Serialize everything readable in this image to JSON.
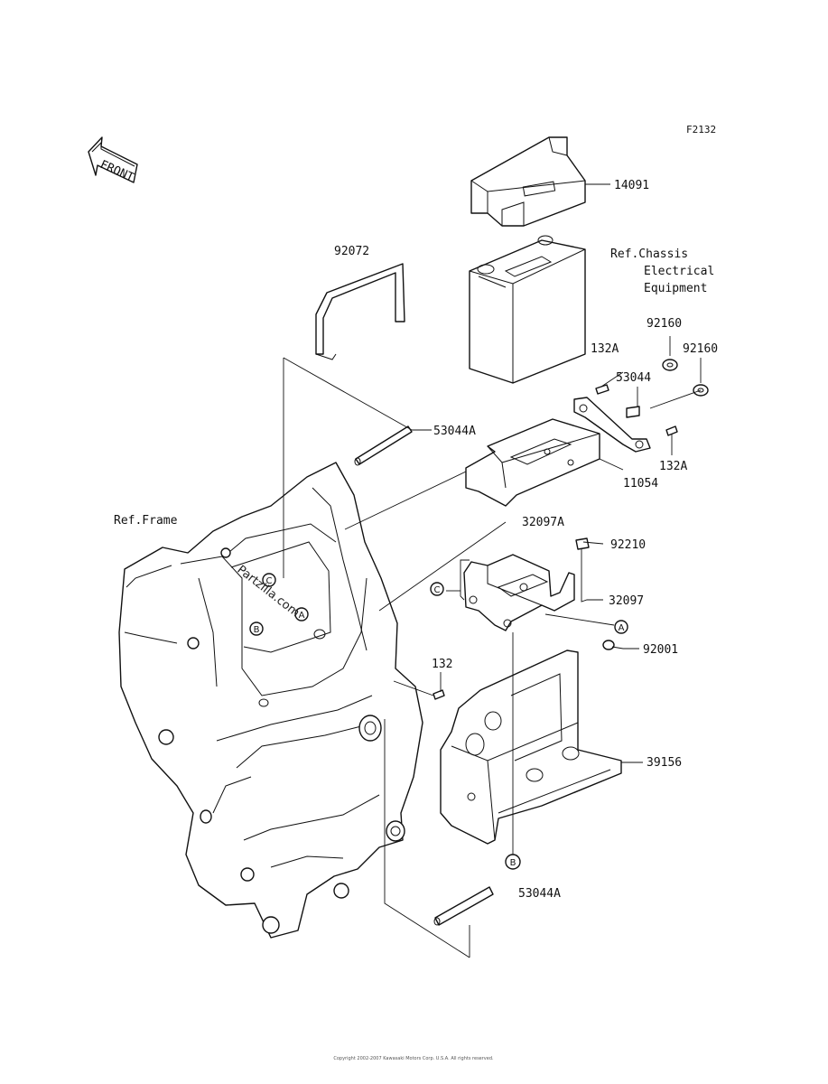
{
  "figure_code": "F2132",
  "front_label": "FRONT",
  "refs": {
    "chassis_line1": "Ref.Chassis",
    "chassis_line2": "Electrical",
    "chassis_line3": "Equipment",
    "frame": "Ref.Frame"
  },
  "parts": {
    "p14091": "14091",
    "p92072": "92072",
    "p92160_a": "92160",
    "p92160_b": "92160",
    "p132A_a": "132A",
    "p53044": "53044",
    "p53044A_top": "53044A",
    "p132A_b": "132A",
    "p11054": "11054",
    "p32097A": "32097A",
    "p92210": "92210",
    "p32097": "32097",
    "p92001": "92001",
    "p132": "132",
    "p39156": "39156",
    "p53044A_bottom": "53044A"
  },
  "callouts": {
    "c_frame": "C",
    "b_frame": "B",
    "a_frame": "A",
    "c_bracket": "C",
    "a_bracket": "A",
    "b_cover": "B"
  },
  "watermark": "Partzilla.com",
  "footer": "Copyright 2002-2007 Kawasaki Motors Corp. U.S.A. All rights reserved."
}
